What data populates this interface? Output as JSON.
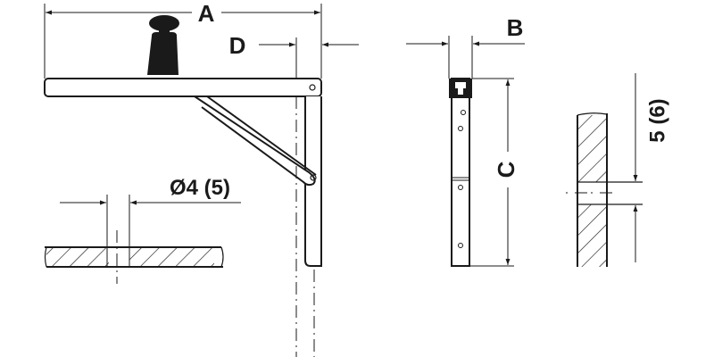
{
  "diagram": {
    "title": "Folding shelf bracket dimension drawing",
    "colors": {
      "line": "#1a1a1a",
      "fill": "#ffffff",
      "background": "#ffffff"
    },
    "labels": {
      "a": "A",
      "b": "B",
      "c": "C",
      "d": "D",
      "hole_diameter": "Ø4 (5)",
      "hole_offset": "5 (6)"
    },
    "icons": {
      "load_weight": "weight-icon"
    },
    "views": [
      {
        "name": "side-view",
        "description": "Bracket side view with shelf arm, diagonal strut and vertical leg"
      },
      {
        "name": "hole-section",
        "description": "Section through shelf board with drilled hole"
      },
      {
        "name": "front-view",
        "description": "Bracket front view with mounting holes"
      },
      {
        "name": "wall-section",
        "description": "Section through wall with hole offset"
      }
    ]
  }
}
